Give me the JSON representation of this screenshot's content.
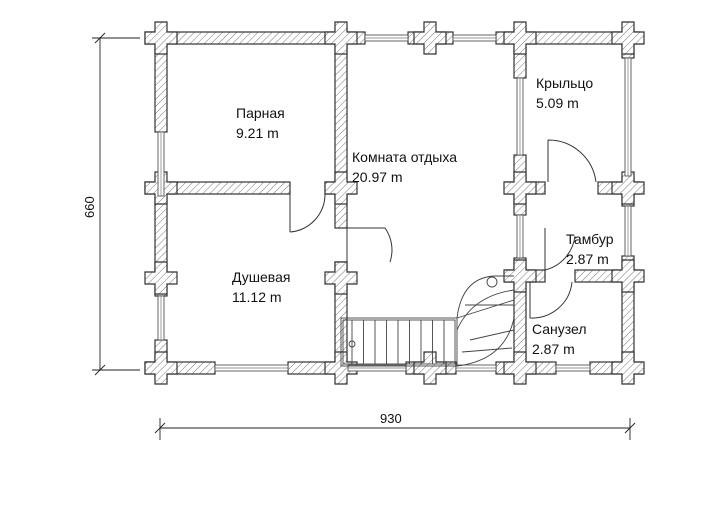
{
  "rooms": [
    {
      "name": "Парная",
      "area": "9.21 m"
    },
    {
      "name": "Душевая",
      "area": "11.12 m"
    },
    {
      "name": "Комната отдыха",
      "area": "20.97 m"
    },
    {
      "name": "Крыльцо",
      "area": "5.09 m"
    },
    {
      "name": "Тамбур",
      "area": "2.87 m"
    },
    {
      "name": "Санузел",
      "area": "2.87 m"
    }
  ],
  "dimensions": {
    "width": "930",
    "height": "660"
  },
  "colors": {
    "line": "#333333",
    "background": "#ffffff"
  }
}
